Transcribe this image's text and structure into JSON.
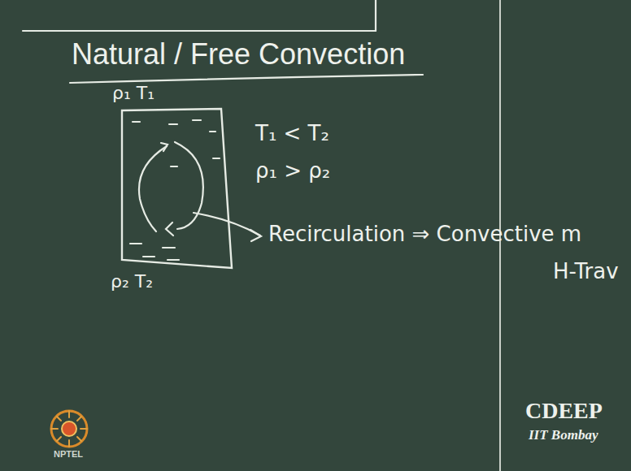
{
  "diagram": {
    "title": "Natural / Free Convection",
    "nodes": [
      {
        "text": [
          "ρ₁ T₁",
          "ρ₂ T₂"
        ]
      }
    ],
    "labels": [
      "T₁ < T₂",
      "ρ₁ > ρ₂",
      "Recirculation ⇒ Convective m",
      "H-Trav",
      "CDEEP",
      "IIT Bombay",
      "NPTEL"
    ]
  }
}
